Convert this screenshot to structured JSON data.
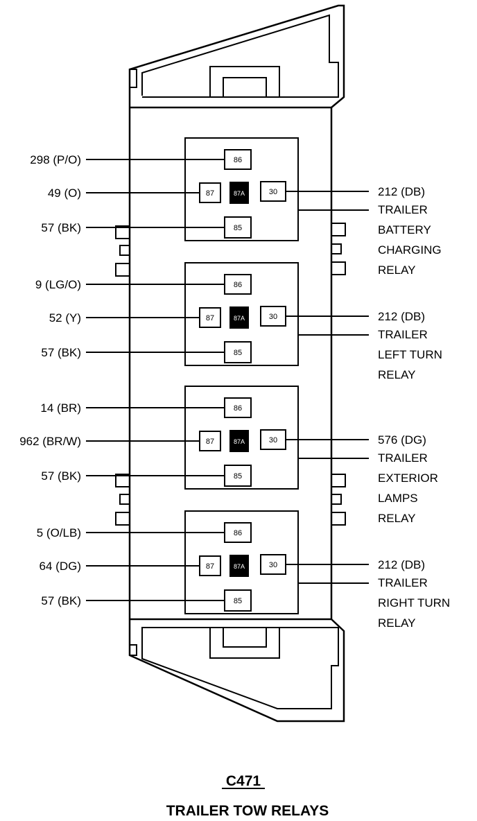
{
  "connector": {
    "id": "C471",
    "title": "TRAILER TOW RELAYS"
  },
  "relays": [
    {
      "name_lines": [
        "TRAILER",
        "BATTERY",
        "CHARGING",
        "RELAY"
      ],
      "pins": {
        "p86": "86",
        "p87": "87",
        "p87a": "87A",
        "p30": "30",
        "p85": "85"
      },
      "wires": {
        "p86": "298 (P/O)",
        "p87": "49 (O)",
        "p85": "57 (BK)",
        "p30": "212 (DB)"
      }
    },
    {
      "name_lines": [
        "TRAILER",
        "LEFT TURN",
        "RELAY"
      ],
      "pins": {
        "p86": "86",
        "p87": "87",
        "p87a": "87A",
        "p30": "30",
        "p85": "85"
      },
      "wires": {
        "p86": "9 (LG/O)",
        "p87": "52 (Y)",
        "p85": "57 (BK)",
        "p30": "212 (DB)"
      }
    },
    {
      "name_lines": [
        "TRAILER",
        "EXTERIOR",
        "LAMPS",
        "RELAY"
      ],
      "pins": {
        "p86": "86",
        "p87": "87",
        "p87a": "87A",
        "p30": "30",
        "p85": "85"
      },
      "wires": {
        "p86": "14 (BR)",
        "p87": "962 (BR/W)",
        "p85": "57 (BK)",
        "p30": "576 (DG)"
      }
    },
    {
      "name_lines": [
        "TRAILER",
        "RIGHT TURN",
        "RELAY"
      ],
      "pins": {
        "p86": "86",
        "p87": "87",
        "p87a": "87A",
        "p30": "30",
        "p85": "85"
      },
      "wires": {
        "p86": "5 (O/LB)",
        "p87": "64 (DG)",
        "p85": "57 (BK)",
        "p30": "212 (DB)"
      }
    }
  ]
}
